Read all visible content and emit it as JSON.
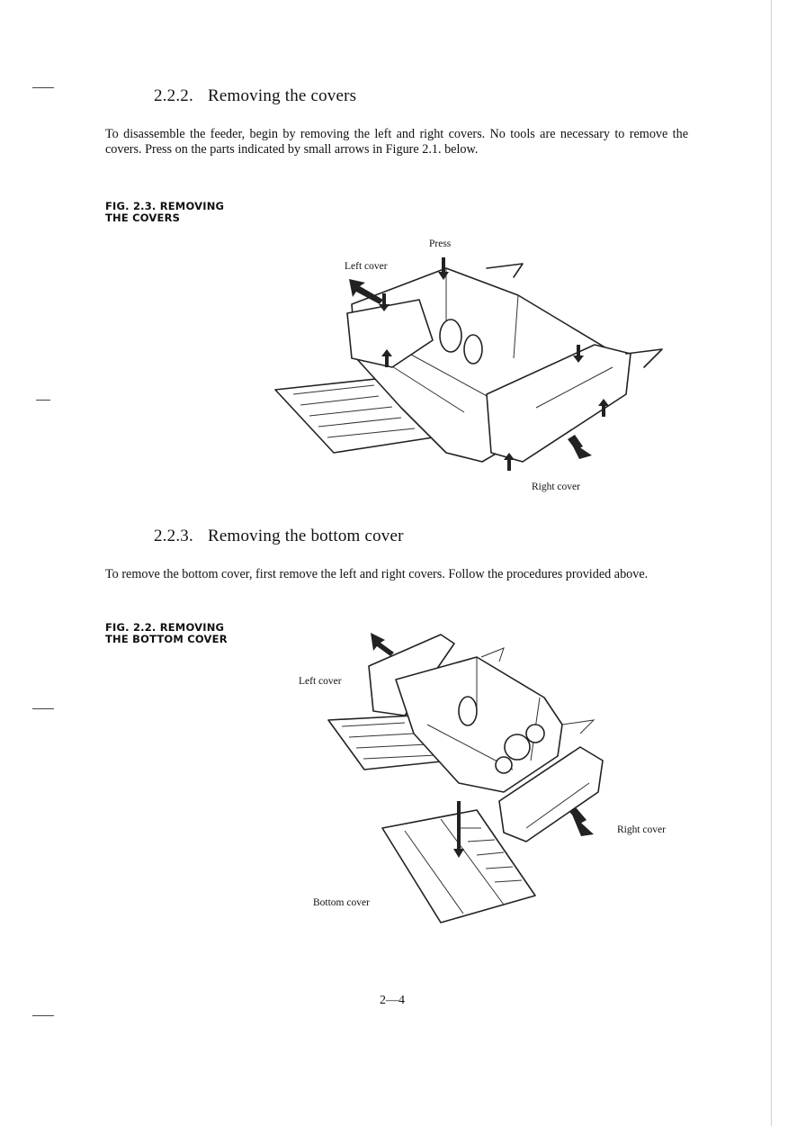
{
  "section_1": {
    "number": "2.2.2.",
    "title": "Removing the covers",
    "body": "To disassemble the feeder, begin by removing the left and right covers. No tools are necessary to remove the covers. Press on the parts indicated by small arrows in Figure 2.1. below."
  },
  "figure_1": {
    "caption_line1": "FIG. 2.3. REMOVING",
    "caption_line2": "THE COVERS",
    "press_label": "Press",
    "left_cover_label": "Left cover",
    "right_cover_label": "Right cover"
  },
  "section_2": {
    "number": "2.2.3.",
    "title": "Removing the bottom cover",
    "body": "To remove the bottom cover, first remove the left and right covers. Follow the procedures provided above."
  },
  "figure_2": {
    "caption_line1": "FIG. 2.2. REMOVING",
    "caption_line2": "THE BOTTOM COVER",
    "left_cover_label": "Left cover",
    "right_cover_label": "Right cover",
    "bottom_cover_label": "Bottom cover"
  },
  "page_number": "2—4"
}
